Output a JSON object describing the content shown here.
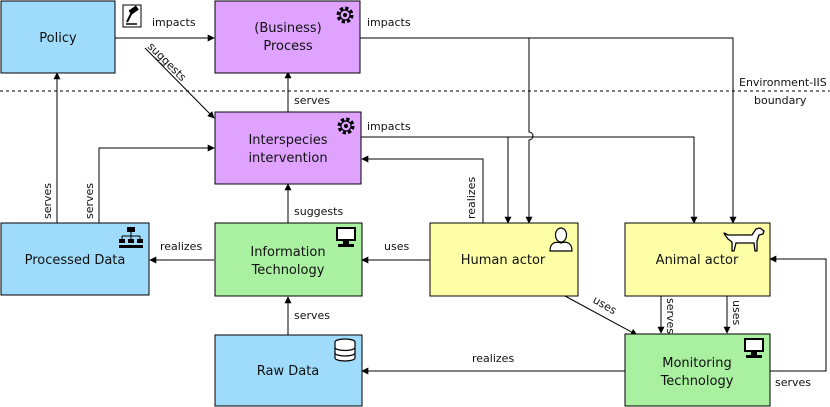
{
  "colors": {
    "blue": "#9fdcfb",
    "purple": "#dfa3ff",
    "green": "#a9f0a0",
    "yellow": "#ffffa8"
  },
  "boundary": {
    "line1": "Environment-IIS",
    "line2": "boundary"
  },
  "nodes": {
    "policy": {
      "label": "Policy",
      "icon": "gavel-icon"
    },
    "process": {
      "label1": "(Business)",
      "label2": "Process",
      "icon": "gear-icon"
    },
    "intervention": {
      "label1": "Interspecies",
      "label2": "intervention",
      "icon": "gear-icon"
    },
    "processed_data": {
      "label": "Processed Data",
      "icon": "hierarchy-icon"
    },
    "info_tech": {
      "label1": "Information",
      "label2": "Technology",
      "icon": "computer-icon"
    },
    "human": {
      "label": "Human actor",
      "icon": "person-icon"
    },
    "animal": {
      "label": "Animal actor",
      "icon": "dog-icon"
    },
    "raw_data": {
      "label": "Raw Data",
      "icon": "database-icon"
    },
    "monitoring": {
      "label1": "Monitoring",
      "label2": "Technology",
      "icon": "computer-icon"
    }
  },
  "edges": {
    "policy_process": "impacts",
    "policy_intervention": "suggests",
    "process_animal": "impacts",
    "intervention_process": "serves",
    "intervention_animal": "impacts",
    "processed_policy": "serves",
    "processed_intervention": "serves",
    "info_intervention": "suggests",
    "info_processed": "realizes",
    "human_info": "uses",
    "human_intervention": "realizes",
    "human_monitoring": "uses",
    "animal_monitoring_1": "serves",
    "animal_monitoring_2": "uses",
    "raw_info": "serves",
    "monitoring_raw": "realizes",
    "monitoring_animal": "serves"
  }
}
